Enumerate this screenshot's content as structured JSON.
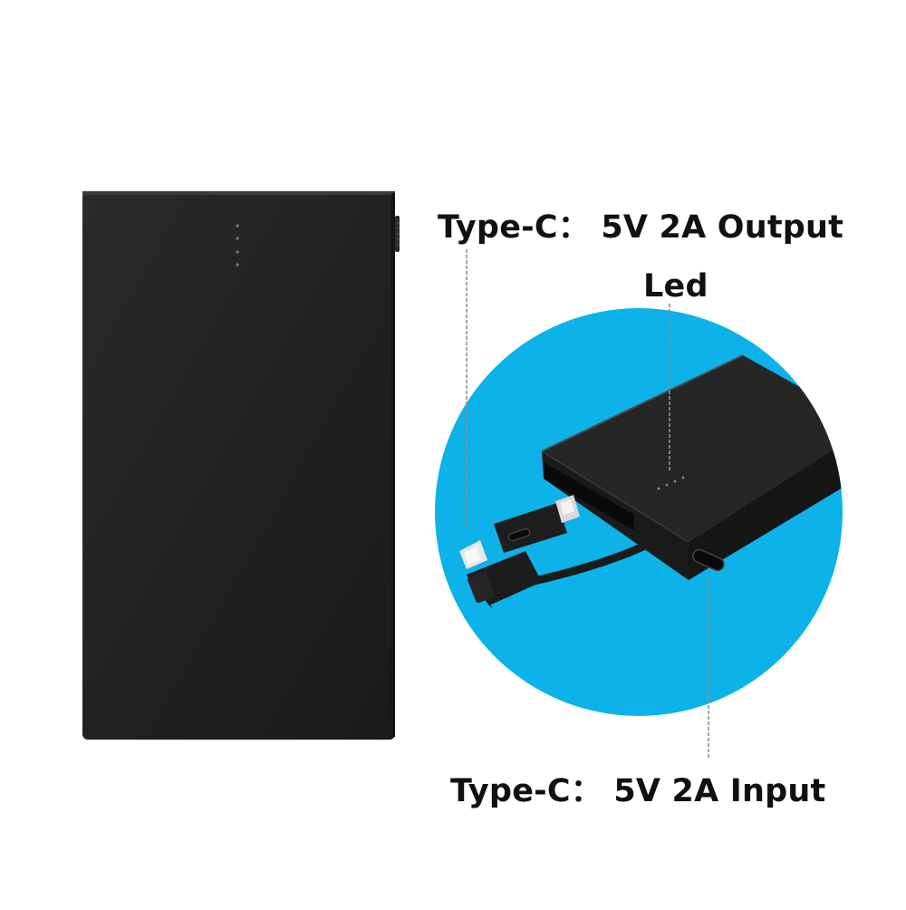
{
  "labels": {
    "output": "Type-C： 5V 2A Output",
    "led": "Led",
    "input": "Type-C： 5V 2A Input"
  },
  "colors": {
    "background": "#ffffff",
    "power_bank": "#1f1f1f",
    "callout_circle": "#0db2e8",
    "label_text": "#111111"
  }
}
